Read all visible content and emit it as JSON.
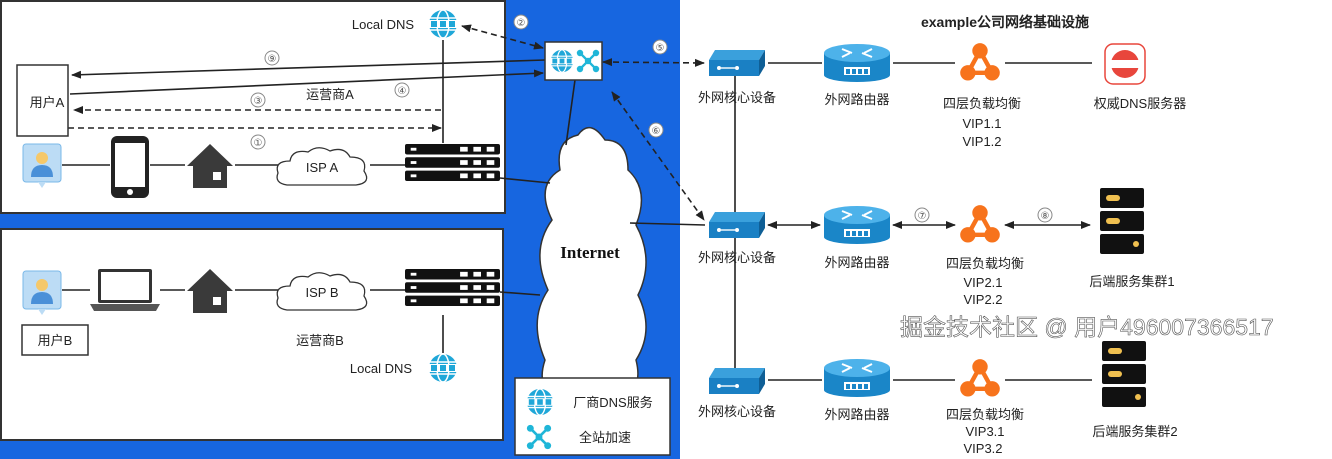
{
  "title": "example公司网络基础设施",
  "internet_label": "Internet",
  "isp_a": {
    "user_box": "用户A",
    "carrier": "运营商A",
    "isp": "ISP A",
    "local_dns": "Local DNS"
  },
  "isp_b": {
    "user_box": "用户B",
    "carrier": "运营商B",
    "isp": "ISP B",
    "local_dns": "Local DNS"
  },
  "steps": [
    "①",
    "②",
    "③",
    "④",
    "⑤",
    "⑥",
    "⑦",
    "⑧",
    "⑨"
  ],
  "rows": [
    {
      "core": "外网核心设备",
      "router": "外网路由器",
      "lb": "四层负载均衡",
      "vips": [
        "VIP1.1",
        "VIP1.2"
      ],
      "end": "权威DNS服务器"
    },
    {
      "core": "外网核心设备",
      "router": "外网路由器",
      "lb": "四层负载均衡",
      "vips": [
        "VIP2.1",
        "VIP2.2"
      ],
      "end": "后端服务集群1"
    },
    {
      "core": "外网核心设备",
      "router": "外网路由器",
      "lb": "四层负载均衡",
      "vips": [
        "VIP3.1",
        "VIP3.2"
      ],
      "end": "后端服务集群2"
    }
  ],
  "legend": [
    {
      "icon": "dns-globe-icon",
      "label": "厂商DNS服务"
    },
    {
      "icon": "cdn-network-icon",
      "label": "全站加速"
    }
  ],
  "watermark": "掘金技术社区 @ 用户496007366517",
  "colors": {
    "blue_band": "#1766e0",
    "dns_teal": "#1fa7d8",
    "lb_orange": "#f7731c",
    "auth_dns_red": "#e8463c",
    "device_blue": "#1a86c8"
  }
}
